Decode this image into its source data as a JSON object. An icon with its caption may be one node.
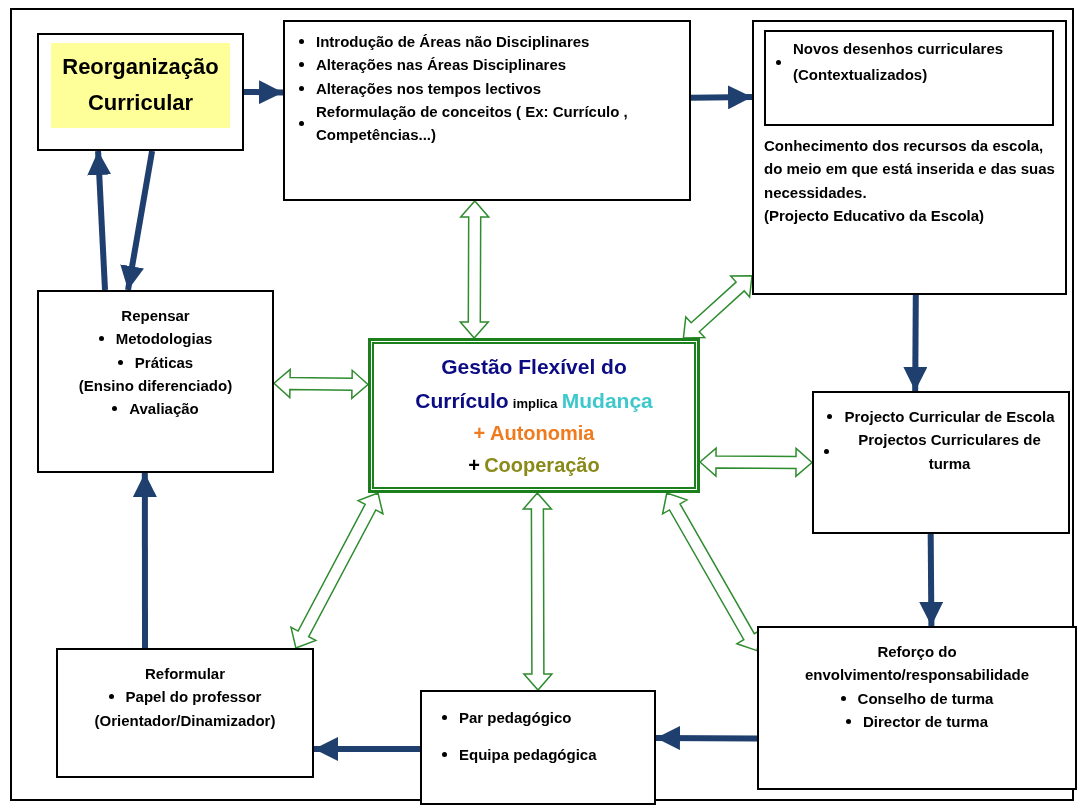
{
  "diagram": {
    "nodes": [
      {
        "text": [
          "Reorganização Curricular"
        ]
      },
      {
        "text": [
          "Introdução de Áreas não Disciplinares",
          "Alterações nas Áreas Disciplinares",
          "Alterações nos tempos lectivos",
          "Reformulação de conceitos ( Ex: Currículo , Competências...)"
        ]
      },
      {
        "text": [
          "Conhecimento dos recursos da escola, do meio em que está inserida e das suas necessidades.",
          "(Projecto Educativo da Escola)"
        ]
      },
      {
        "text": [
          "Novos desenhos curriculares (Contextualizados)"
        ],
        "in": 2
      },
      {
        "text": [
          "Gestão Flexível do Currículo",
          "implica",
          "Mudança",
          "+ Autonomia",
          "+",
          "Cooperação"
        ]
      },
      {
        "text": [
          "Repensar",
          "Metodologias",
          "Práticas",
          "(Ensino diferenciado)",
          "Avaliação"
        ]
      },
      {
        "text": [
          "Projecto Curricular de Escola",
          "Projectos Curriculares de turma"
        ]
      },
      {
        "text": [
          "Reformular",
          "Papel do professor",
          "(Orientador/Dinamizador)"
        ]
      },
      {
        "text": [
          "Par pedagógico",
          "Equipa pedagógica"
        ]
      },
      {
        "text": [
          "Reforço do envolvimento/responsabilidade",
          "Conselho de turma",
          "Director de turma"
        ]
      }
    ],
    "edges": [
      {
        "from": 0,
        "to": 1,
        "arrow": "to"
      },
      {
        "from": 1,
        "to": 2,
        "arrow": "to"
      },
      {
        "from": 2,
        "to": 6,
        "arrow": "to"
      },
      {
        "from": 6,
        "to": 9,
        "arrow": "to"
      },
      {
        "from": 9,
        "to": 8,
        "arrow": "to"
      },
      {
        "from": 8,
        "to": 7,
        "arrow": "to"
      },
      {
        "from": 7,
        "to": 5,
        "arrow": "to"
      },
      {
        "from": 5,
        "to": 0,
        "arrow": "to"
      },
      {
        "from": 0,
        "to": 5,
        "arrow": "to"
      },
      {
        "from": 4,
        "to": 1,
        "arrow": "both",
        "color": "#2e8b2e"
      },
      {
        "from": 4,
        "to": 2,
        "arrow": "both",
        "color": "#2e8b2e"
      },
      {
        "from": 4,
        "to": 5,
        "arrow": "both",
        "color": "#2e8b2e"
      },
      {
        "from": 4,
        "to": 6,
        "arrow": "both",
        "color": "#2e8b2e"
      },
      {
        "from": 4,
        "to": 7,
        "arrow": "both",
        "color": "#2e8b2e"
      },
      {
        "from": 4,
        "to": 8,
        "arrow": "both",
        "color": "#2e8b2e"
      },
      {
        "from": 4,
        "to": 9,
        "arrow": "both",
        "color": "#2e8b2e"
      }
    ]
  }
}
